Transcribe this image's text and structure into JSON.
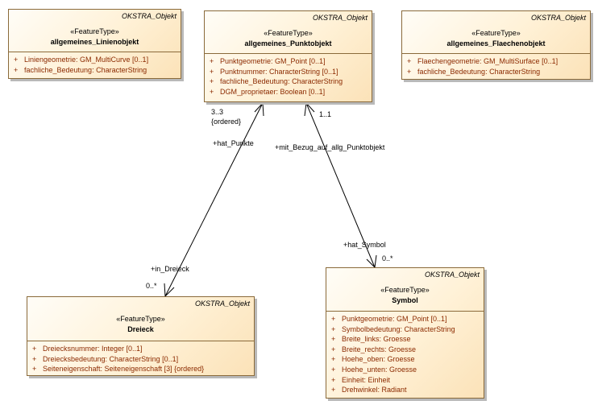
{
  "classes": {
    "linienobjekt": {
      "stereotype_label": "OKSTRA_Objekt",
      "stereotype": "«FeatureType»",
      "name": "allgemeines_Linienobjekt",
      "attributes": [
        {
          "vis": "+",
          "text": "Liniengeometrie: GM_MultiCurve [0..1]"
        },
        {
          "vis": "+",
          "text": "fachliche_Bedeutung: CharacterString"
        }
      ]
    },
    "punktobjekt": {
      "stereotype_label": "OKSTRA_Objekt",
      "stereotype": "«FeatureType»",
      "name": "allgemeines_Punktobjekt",
      "attributes": [
        {
          "vis": "+",
          "text": "Punktgeometrie: GM_Point [0..1]"
        },
        {
          "vis": "+",
          "text": "Punktnummer: CharacterString [0..1]"
        },
        {
          "vis": "+",
          "text": "fachliche_Bedeutung: CharacterString"
        },
        {
          "vis": "+",
          "text": "DGM_proprietaer: Boolean [0..1]"
        }
      ]
    },
    "flaechenobjekt": {
      "stereotype_label": "OKSTRA_Objekt",
      "stereotype": "«FeatureType»",
      "name": "allgemeines_Flaechenobjekt",
      "attributes": [
        {
          "vis": "+",
          "text": "Flaechengeometrie: GM_MultiSurface [0..1]"
        },
        {
          "vis": "+",
          "text": "fachliche_Bedeutung: CharacterString"
        }
      ]
    },
    "dreieck": {
      "stereotype_label": "OKSTRA_Objekt",
      "stereotype": "«FeatureType»",
      "name": "Dreieck",
      "attributes": [
        {
          "vis": "+",
          "text": "Dreiecksnummer: Integer [0..1]"
        },
        {
          "vis": "+",
          "text": "Dreiecksbedeutung: CharacterString [0..1]"
        },
        {
          "vis": "+",
          "text": "Seiteneigenschaft: Seiteneigenschaft [3] {ordered}"
        }
      ]
    },
    "symbol": {
      "stereotype_label": "OKSTRA_Objekt",
      "stereotype": "«FeatureType»",
      "name": "Symbol",
      "attributes": [
        {
          "vis": "+",
          "text": "Punktgeometrie: GM_Point [0..1]"
        },
        {
          "vis": "+",
          "text": "Symbolbedeutung: CharacterString"
        },
        {
          "vis": "+",
          "text": "Breite_links: Groesse"
        },
        {
          "vis": "+",
          "text": "Breite_rechts: Groesse"
        },
        {
          "vis": "+",
          "text": "Hoehe_oben: Groesse"
        },
        {
          "vis": "+",
          "text": "Hoehe_unten: Groesse"
        },
        {
          "vis": "+",
          "text": "Einheit: Einheit"
        },
        {
          "vis": "+",
          "text": "Drehwinkel: Radiant"
        }
      ]
    }
  },
  "associations": {
    "dreieck_punkt": {
      "mult_punkt": "3..3",
      "ordered": "{ordered}",
      "role_punkt": "+hat_Punkte",
      "role_dreieck": "+in_Dreieck",
      "mult_dreieck": "0..*"
    },
    "symbol_punkt": {
      "mult_punkt": "1..1",
      "role_punkt": "+mit_Bezug_auf_allg_Punktobjekt",
      "role_symbol": "+hat_Symbol",
      "mult_symbol": "0..*"
    }
  }
}
